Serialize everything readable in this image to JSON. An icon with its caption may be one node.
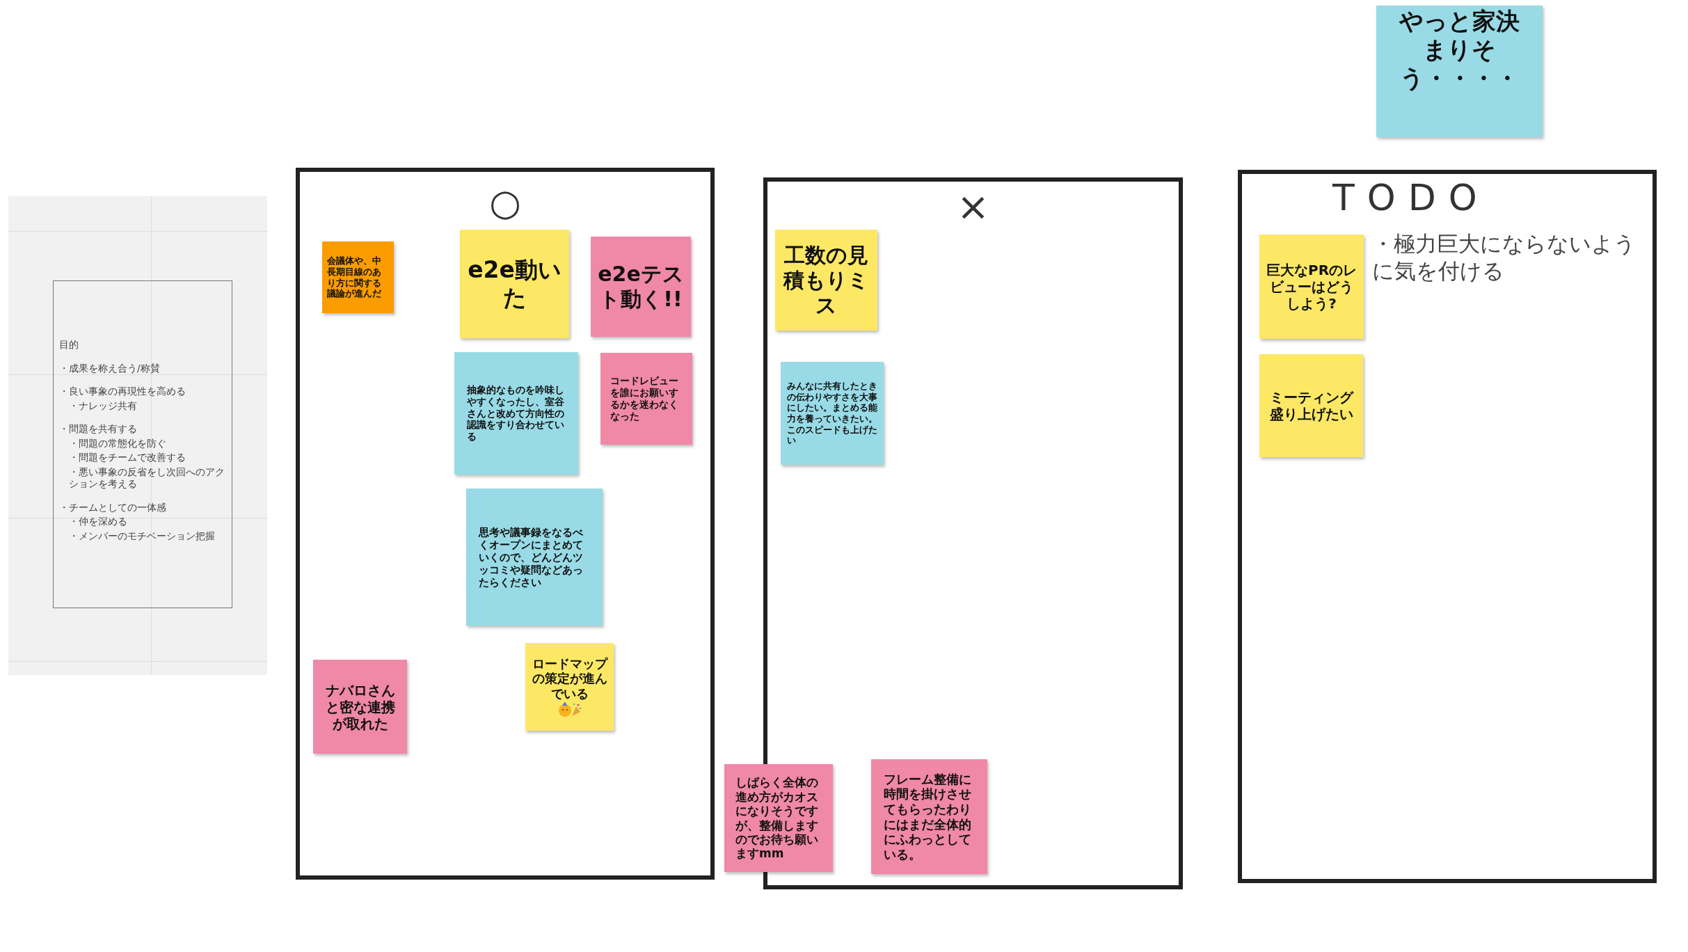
{
  "diagram": {
    "nodes": [
      {
        "text": [
          "目的",
          "・成果を称え合う/称賛",
          "・良い事象の再現性を高める",
          "・ナレッジ共有",
          "・問題を共有する",
          "・問題の常態化を防ぐ",
          "・問題をチームで改善する",
          "・悪い事象の反省をし次回へのアクションを考える",
          "・チームとしての一体感",
          "・仲を深める",
          "・メンバーのモチベーション把握"
        ]
      },
      {
        "text": [
          "○"
        ]
      },
      {
        "text": [
          "会議体や、中長期目線のあり方に関する議論が進んだ"
        ],
        "in": 1
      },
      {
        "text": [
          "e2e動いた"
        ],
        "in": 1
      },
      {
        "text": [
          "e2eテスト動く!!"
        ],
        "in": 1
      },
      {
        "text": [
          "抽象的なものを吟味しやすくなったし、室谷さんと改めて方向性の認識をすり合わせている"
        ],
        "in": 1
      },
      {
        "text": [
          "コードレビューを誰にお願いするかを迷わなくなった"
        ],
        "in": 1
      },
      {
        "text": [
          "思考や議事録をなるべくオープンにまとめていくので、どんどんツッコミや疑問などあったらください"
        ],
        "in": 1
      },
      {
        "text": [
          "ナバロさんと密な連携が取れた"
        ],
        "in": 1
      },
      {
        "text": [
          "ロードマップの策定が進んでいる"
        ],
        "in": 1
      },
      {
        "text": [
          "×"
        ]
      },
      {
        "text": [
          "工数の見積もりミス"
        ],
        "in": 10
      },
      {
        "text": [
          "みんなに共有したときの伝わりやすさを大事にしたい。まとめる能力を養っていきたい。このスピードも上げたい"
        ],
        "in": 10
      },
      {
        "text": [
          "しばらく全体の進め方がカオスになりそうですが、整備しますのでお待ち願いますmm"
        ]
      },
      {
        "text": [
          "フレーム整備に時間を掛けさせてもらったわりにはまだ全体的にふわっとしている。"
        ],
        "in": 10
      },
      {
        "text": [
          "TODO"
        ]
      },
      {
        "text": [
          "巨大なPRのレビューはどうしよう?"
        ],
        "in": 15,
        "beside": [
          "・極力巨大にならないように気を付ける"
        ]
      },
      {
        "text": [
          "ミーティング盛り上げたい"
        ],
        "in": 15
      },
      {
        "text": [
          "やっと家決まりそう・・・・"
        ]
      }
    ]
  }
}
